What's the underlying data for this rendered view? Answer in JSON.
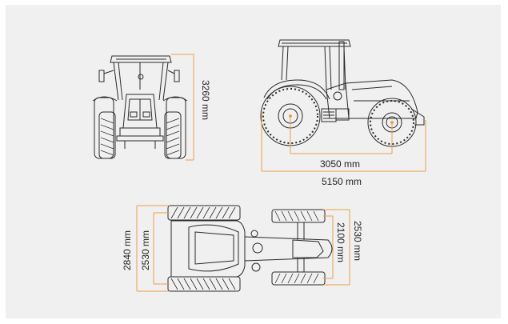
{
  "colors": {
    "background": "#f0f0f0",
    "dimension_line": "#e8a04a",
    "drawing_line": "#2a2a2a",
    "text": "#222222"
  },
  "views": {
    "front": {
      "height_label": "3260 mm"
    },
    "side": {
      "wheelbase_label": "3050 mm",
      "length_label": "5150 mm"
    },
    "top": {
      "width_outer_label": "2840 mm",
      "track_front_label": "2530 mm",
      "track_rear_inner_label": "2100 mm",
      "track_rear_outer_label": "2530 mm"
    }
  }
}
